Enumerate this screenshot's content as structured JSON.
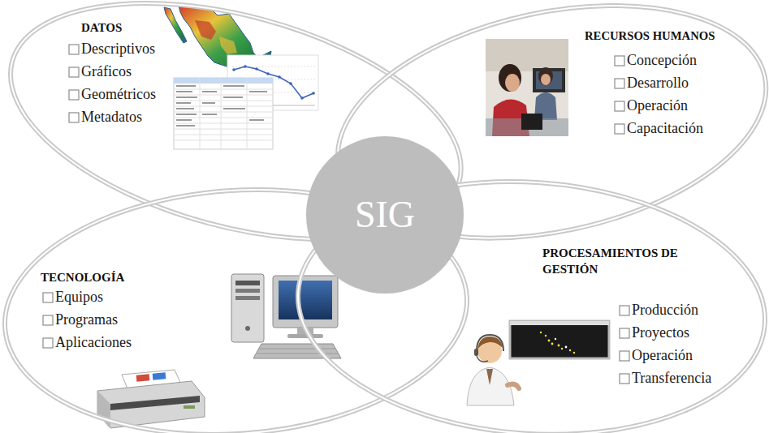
{
  "diagram": {
    "nodes": [
      {
        "text": [
          "DATOS",
          "Descriptivos",
          "Gráficos",
          "Geométricos",
          "Metadatos"
        ]
      },
      {
        "text": [
          "RECURSOS HUMANOS",
          "Concepción",
          "Desarrollo",
          "Operación",
          "Capacitación"
        ]
      },
      {
        "text": [
          "SIG"
        ]
      },
      {
        "text": [
          "TECNOLOGÍA",
          "Equipos",
          "Programas",
          "Aplicaciones"
        ]
      },
      {
        "text": [
          "PROCESAMIENTOS DE GESTIÓN",
          "Producción",
          "Proyectos",
          "Operación",
          "Transferencia"
        ]
      }
    ]
  }
}
